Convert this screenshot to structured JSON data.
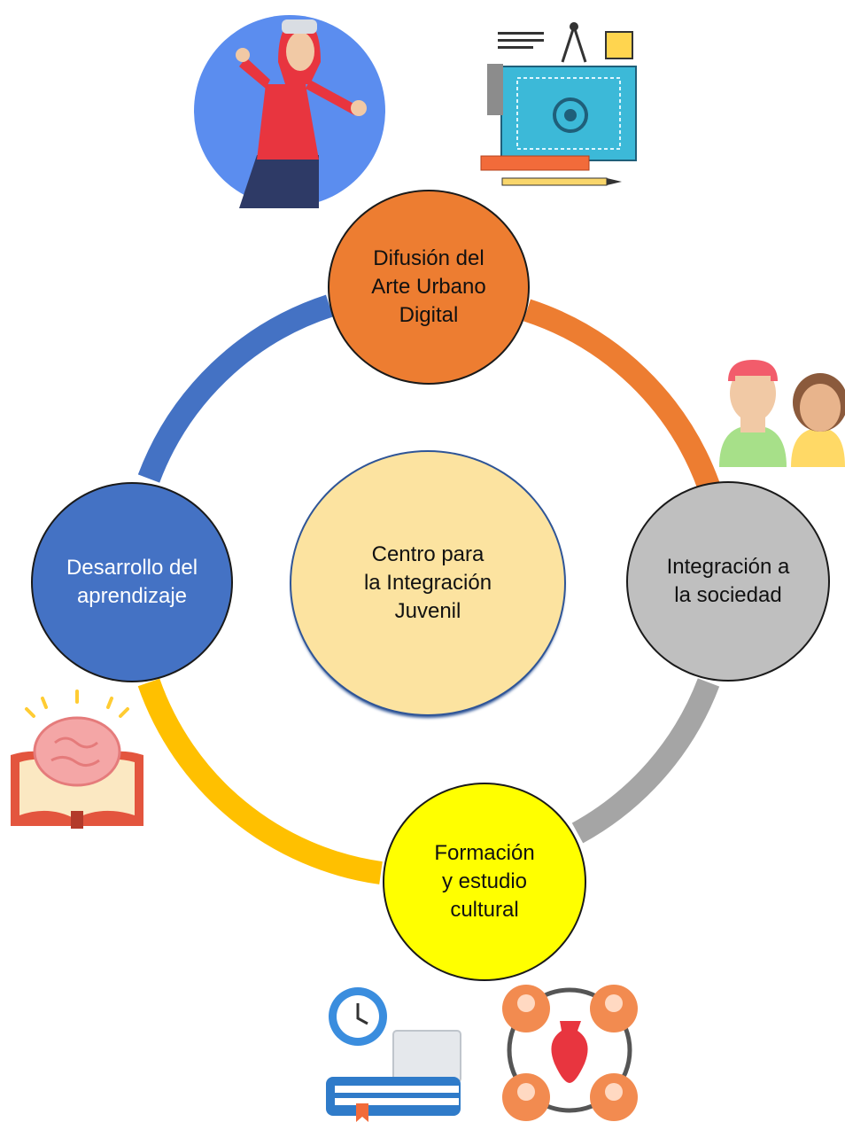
{
  "center": {
    "lines": [
      "Centro para",
      "la Integración",
      "Juvenil"
    ],
    "color": "#FCE3A0"
  },
  "nodes": {
    "top": {
      "lines": [
        "Difusión del",
        "Arte Urbano",
        "Digital"
      ],
      "color": "#ED7D31",
      "arc_color": "#ED7D31"
    },
    "right": {
      "lines": [
        "Integración a",
        "la sociedad"
      ],
      "color": "#BFBFBF",
      "arc_color": "#A5A5A5"
    },
    "bottom": {
      "lines": [
        "Formación",
        "y estudio",
        "cultural"
      ],
      "color": "#FFFF00",
      "arc_color": "#FFC000"
    },
    "left": {
      "lines": [
        "Desarrollo del",
        "aprendizaje"
      ],
      "color": "#4472C4",
      "arc_color": "#4472C4"
    }
  },
  "icons": [
    "urban-dancer-icon",
    "blueprint-design-icon",
    "two-young-people-icon",
    "brain-book-icon",
    "clock-laptop-books-icon",
    "cultural-group-vase-icon"
  ]
}
